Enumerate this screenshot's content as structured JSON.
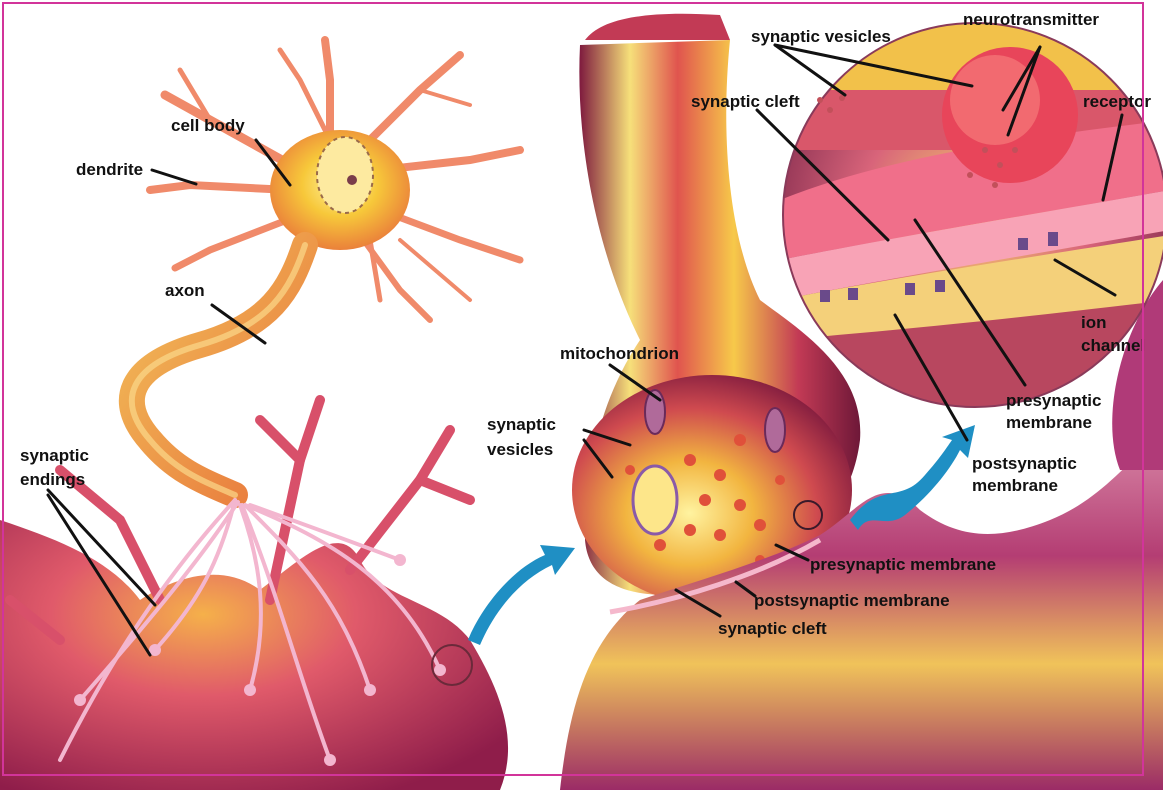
{
  "labels": {
    "dendrite": "dendrite",
    "cell_body": "cell body",
    "axon": "axon",
    "synaptic_endings_1": "synaptic",
    "synaptic_endings_2": "endings",
    "mitochondrion": "mitochondrion",
    "synaptic_vesicles_mid_1": "synaptic",
    "synaptic_vesicles_mid_2": "vesicles",
    "presynaptic_membrane_mid": "presynaptic membrane",
    "postsynaptic_membrane_mid": "postsynaptic membrane",
    "synaptic_cleft_mid": "synaptic cleft",
    "synaptic_vesicles_top": "synaptic vesicles",
    "neurotransmitter": "neurotransmitter",
    "synaptic_cleft_top": "synaptic cleft",
    "receptor": "receptor",
    "ion_channel_1": "ion",
    "ion_channel_2": "channel",
    "presynaptic_membrane_right_1": "presynaptic",
    "presynaptic_membrane_right_2": "membrane",
    "postsynaptic_membrane_right_1": "postsynaptic",
    "postsynaptic_membrane_right_2": "membrane"
  },
  "colors": {
    "frame": "#d2349a",
    "leader": "#111111",
    "arrow": "#1f8fc4",
    "neuron_core": "#f7c83a",
    "neuron_edge": "#e8743a",
    "tissue_dark": "#8f1d4a",
    "tissue_mid": "#d24a6a",
    "membrane": "#f07a95"
  }
}
